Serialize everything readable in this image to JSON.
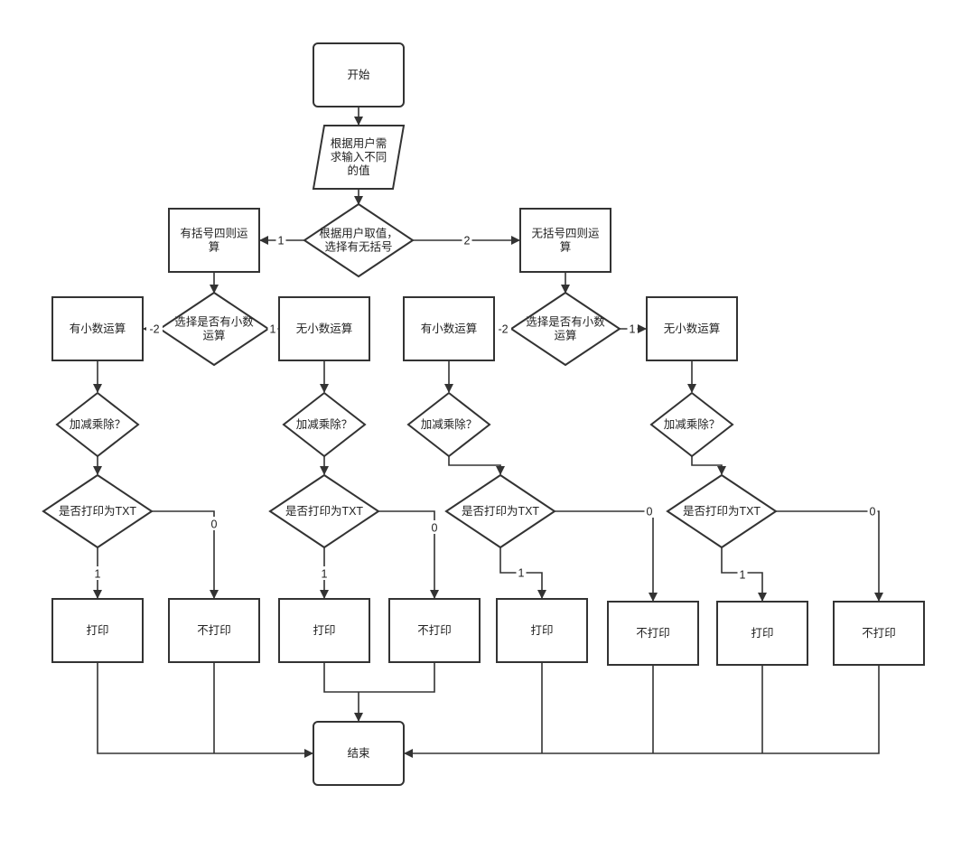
{
  "diagram": {
    "nodes": {
      "start": {
        "lines": [
          "开始"
        ]
      },
      "input": {
        "lines": [
          "根据用户需",
          "求输入不同",
          "的值"
        ]
      },
      "choose_bracket": {
        "lines": [
          "根据用户取值，",
          "选择有无括号"
        ]
      },
      "with_bracket": {
        "lines": [
          "有括号四则运",
          "算"
        ]
      },
      "without_bracket": {
        "lines": [
          "无括号四则运",
          "算"
        ]
      },
      "left_decimal_q": {
        "lines": [
          "选择是否有小数",
          "运算"
        ]
      },
      "right_decimal_q": {
        "lines": [
          "选择是否有小数",
          "运算"
        ]
      },
      "l_with_decimal": {
        "lines": [
          "有小数运算"
        ]
      },
      "l_no_decimal": {
        "lines": [
          "无小数运算"
        ]
      },
      "r_with_decimal": {
        "lines": [
          "有小数运算"
        ]
      },
      "r_no_decimal": {
        "lines": [
          "无小数运算"
        ]
      },
      "op_1": {
        "lines": [
          "加减乘除？"
        ]
      },
      "op_2": {
        "lines": [
          "加减乘除？"
        ]
      },
      "op_3": {
        "lines": [
          "加减乘除？"
        ]
      },
      "op_4": {
        "lines": [
          "加减乘除？"
        ]
      },
      "txt_1": {
        "lines": [
          "是否打印为TXT"
        ]
      },
      "txt_2": {
        "lines": [
          "是否打印为TXT"
        ]
      },
      "txt_3": {
        "lines": [
          "是否打印为TXT"
        ]
      },
      "txt_4": {
        "lines": [
          "是否打印为TXT"
        ]
      },
      "print_1": {
        "lines": [
          "打印"
        ]
      },
      "noprint_1": {
        "lines": [
          "不打印"
        ]
      },
      "print_2": {
        "lines": [
          "打印"
        ]
      },
      "noprint_2": {
        "lines": [
          "不打印"
        ]
      },
      "print_3": {
        "lines": [
          "打印"
        ]
      },
      "noprint_3": {
        "lines": [
          "不打印"
        ]
      },
      "print_4": {
        "lines": [
          "打印"
        ]
      },
      "noprint_4": {
        "lines": [
          "不打印"
        ]
      },
      "end": {
        "lines": [
          "结束"
        ]
      }
    },
    "edge_labels": {
      "choose_left": "1",
      "choose_right": "2",
      "left_q_to_with": "-2",
      "left_q_to_without": "1",
      "right_q_to_with": "-2",
      "right_q_to_without": "1",
      "txt_1_yes": "1",
      "txt_1_no": "0",
      "txt_2_yes": "1",
      "txt_2_no": "0",
      "txt_3_yes": "1",
      "txt_3_no": "0",
      "txt_4_yes": "1",
      "txt_4_no": "0"
    },
    "colors": {
      "stroke": "#333333",
      "fill": "#ffffff",
      "text": "#222222"
    }
  }
}
